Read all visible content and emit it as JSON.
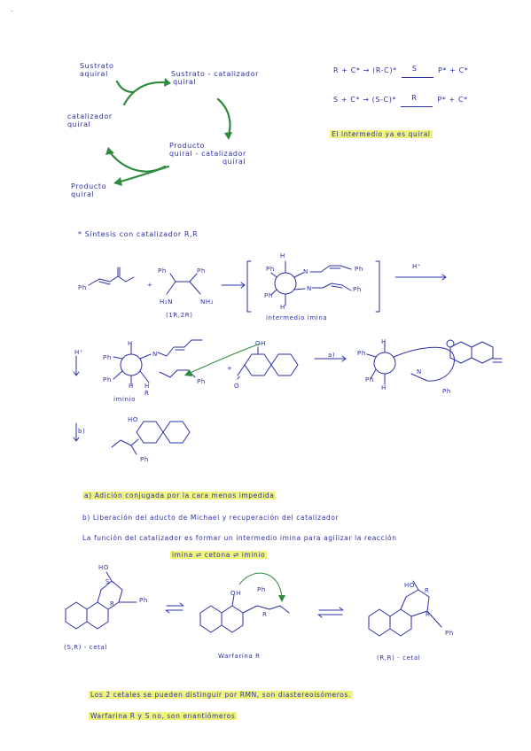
{
  "corner_mark": ".",
  "cycle": {
    "substrate_achiral": [
      "Sustrato",
      "aquiral"
    ],
    "substrate_catalyst": [
      "Sustrato - catalizador",
      "quiral"
    ],
    "chiral_catalyst": [
      "catalizador",
      "quiral"
    ],
    "product_catalyst": [
      "Producto",
      "quiral - catalizador",
      "quiral"
    ],
    "chiral_product": [
      "Producto",
      "quiral"
    ]
  },
  "equations": {
    "eq1_left": "R + C* → (R-C)*",
    "eq1_over": "S",
    "eq1_right": "P* + C*",
    "eq2_left": "S + C* → (S-C)*",
    "eq2_over": "R",
    "eq2_right": "P* + C*",
    "note": "El intermedio ya es quiral"
  },
  "synthesis": {
    "heading": "* Síntesis con catalizador R,R",
    "ph": "Ph",
    "diamine_config": "(1R,2R)",
    "h2n": "H₂N",
    "nh2": "NH₂",
    "intermediate_label": "intermedio imina",
    "h_plus": "H⁺",
    "iminio_label": "iminio",
    "step_a": "a)",
    "step_b": "b)",
    "oh": "OH",
    "ho": "HO",
    "h": "H",
    "n": "N",
    "r": "R",
    "o": "O",
    "plus": "+"
  },
  "notes": {
    "a": "a) Adición conjugada por la cara menos impedida",
    "b": "b) Liberación del aducto de Michael y recuperación del catalizador",
    "c": "La función del catalizador es formar un intermedio imina para agilizar la reacción",
    "d": "imina ⇌ cetona ⇌ iminio"
  },
  "warfarin": {
    "ketal_left": "(S,R) - cetal",
    "warfarin_r": "Warfarina R",
    "ketal_right": "(R,R) - cetal",
    "s": "S",
    "r": "R",
    "ho": "HO",
    "oh": "OH",
    "ph": "Ph"
  },
  "footer": {
    "line1": "Los 2 cetales se pueden distinguir por RMN, son diastereoisómeros.",
    "line2": "Warfarina R y S no, son enantiómeros"
  }
}
